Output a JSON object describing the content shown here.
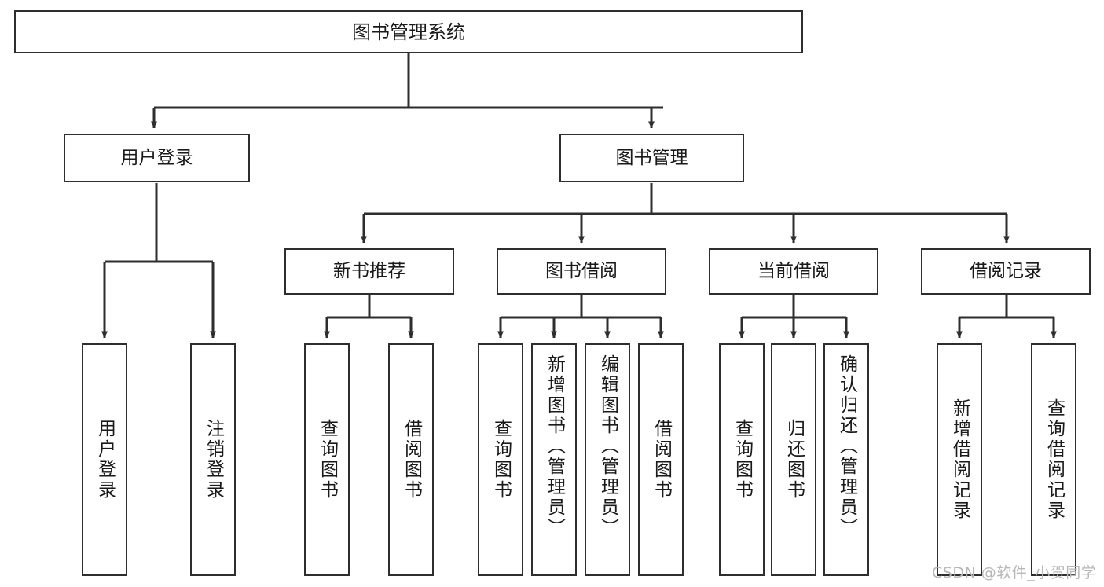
{
  "diagram": {
    "title": "图书管理系统",
    "type": "functional-structure-tree",
    "root": {
      "id": "root",
      "label": "图书管理系统"
    },
    "level2": [
      {
        "id": "user-login",
        "label": "用户登录"
      },
      {
        "id": "book-manage",
        "label": "图书管理"
      }
    ],
    "level3": [
      {
        "id": "new-book-recommend",
        "label": "新书推荐",
        "parent": "book-manage"
      },
      {
        "id": "book-borrow",
        "label": "图书借阅",
        "parent": "book-manage"
      },
      {
        "id": "current-borrow",
        "label": "当前借阅",
        "parent": "book-manage"
      },
      {
        "id": "borrow-record",
        "label": "借阅记录",
        "parent": "book-manage"
      }
    ],
    "leaves": [
      {
        "id": "leaf-user-login",
        "label": "用户登录",
        "parent": "user-login"
      },
      {
        "id": "leaf-logout-login",
        "label": "注销登录",
        "parent": "user-login"
      },
      {
        "id": "leaf-query-book-1",
        "label": "查询图书",
        "parent": "new-book-recommend"
      },
      {
        "id": "leaf-borrow-book-1",
        "label": "借阅图书",
        "parent": "new-book-recommend"
      },
      {
        "id": "leaf-query-book-2",
        "label": "查询图书",
        "parent": "book-borrow"
      },
      {
        "id": "leaf-add-book",
        "label": "新增图书（管理员）",
        "parent": "book-borrow"
      },
      {
        "id": "leaf-edit-book",
        "label": "编辑图书（管理员）",
        "parent": "book-borrow"
      },
      {
        "id": "leaf-borrow-book-2",
        "label": "借阅图书",
        "parent": "book-borrow"
      },
      {
        "id": "leaf-query-book-3",
        "label": "查询图书",
        "parent": "current-borrow"
      },
      {
        "id": "leaf-return-book",
        "label": "归还图书",
        "parent": "current-borrow"
      },
      {
        "id": "leaf-confirm-return",
        "label": "确认归还（管理员）",
        "parent": "current-borrow"
      },
      {
        "id": "leaf-add-record",
        "label": "新增借阅记录",
        "parent": "borrow-record"
      },
      {
        "id": "leaf-query-record",
        "label": "查询借阅记录",
        "parent": "borrow-record"
      }
    ],
    "watermark": "CSDN @软件_小贺同学",
    "colors": {
      "stroke": "#2e2e2e",
      "fill": "#ffffff",
      "text": "#1a1a1a",
      "watermark": "#b7b7b7"
    }
  }
}
